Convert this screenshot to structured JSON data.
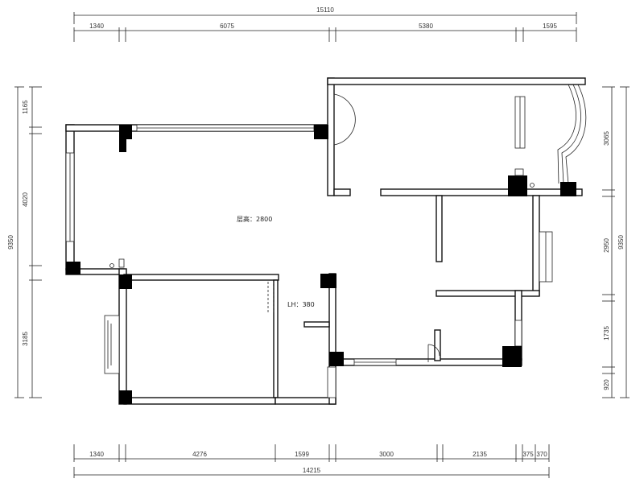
{
  "dimensions": {
    "top_total": "15110",
    "top_segments": [
      "1340",
      "6075",
      "5380",
      "1595"
    ],
    "bottom_segments": [
      "1340",
      "4276",
      "1599",
      "3000",
      "2135",
      "375",
      "370"
    ],
    "bottom_total": "14215",
    "left_total": "9350",
    "left_segments": [
      "1165",
      "4020",
      "3185"
    ],
    "right_total": "9350",
    "right_segments": [
      "3065",
      "2950",
      "1735",
      "920"
    ]
  },
  "labels": {
    "ceiling_height": "层高：2800",
    "lh": "LH：380"
  }
}
